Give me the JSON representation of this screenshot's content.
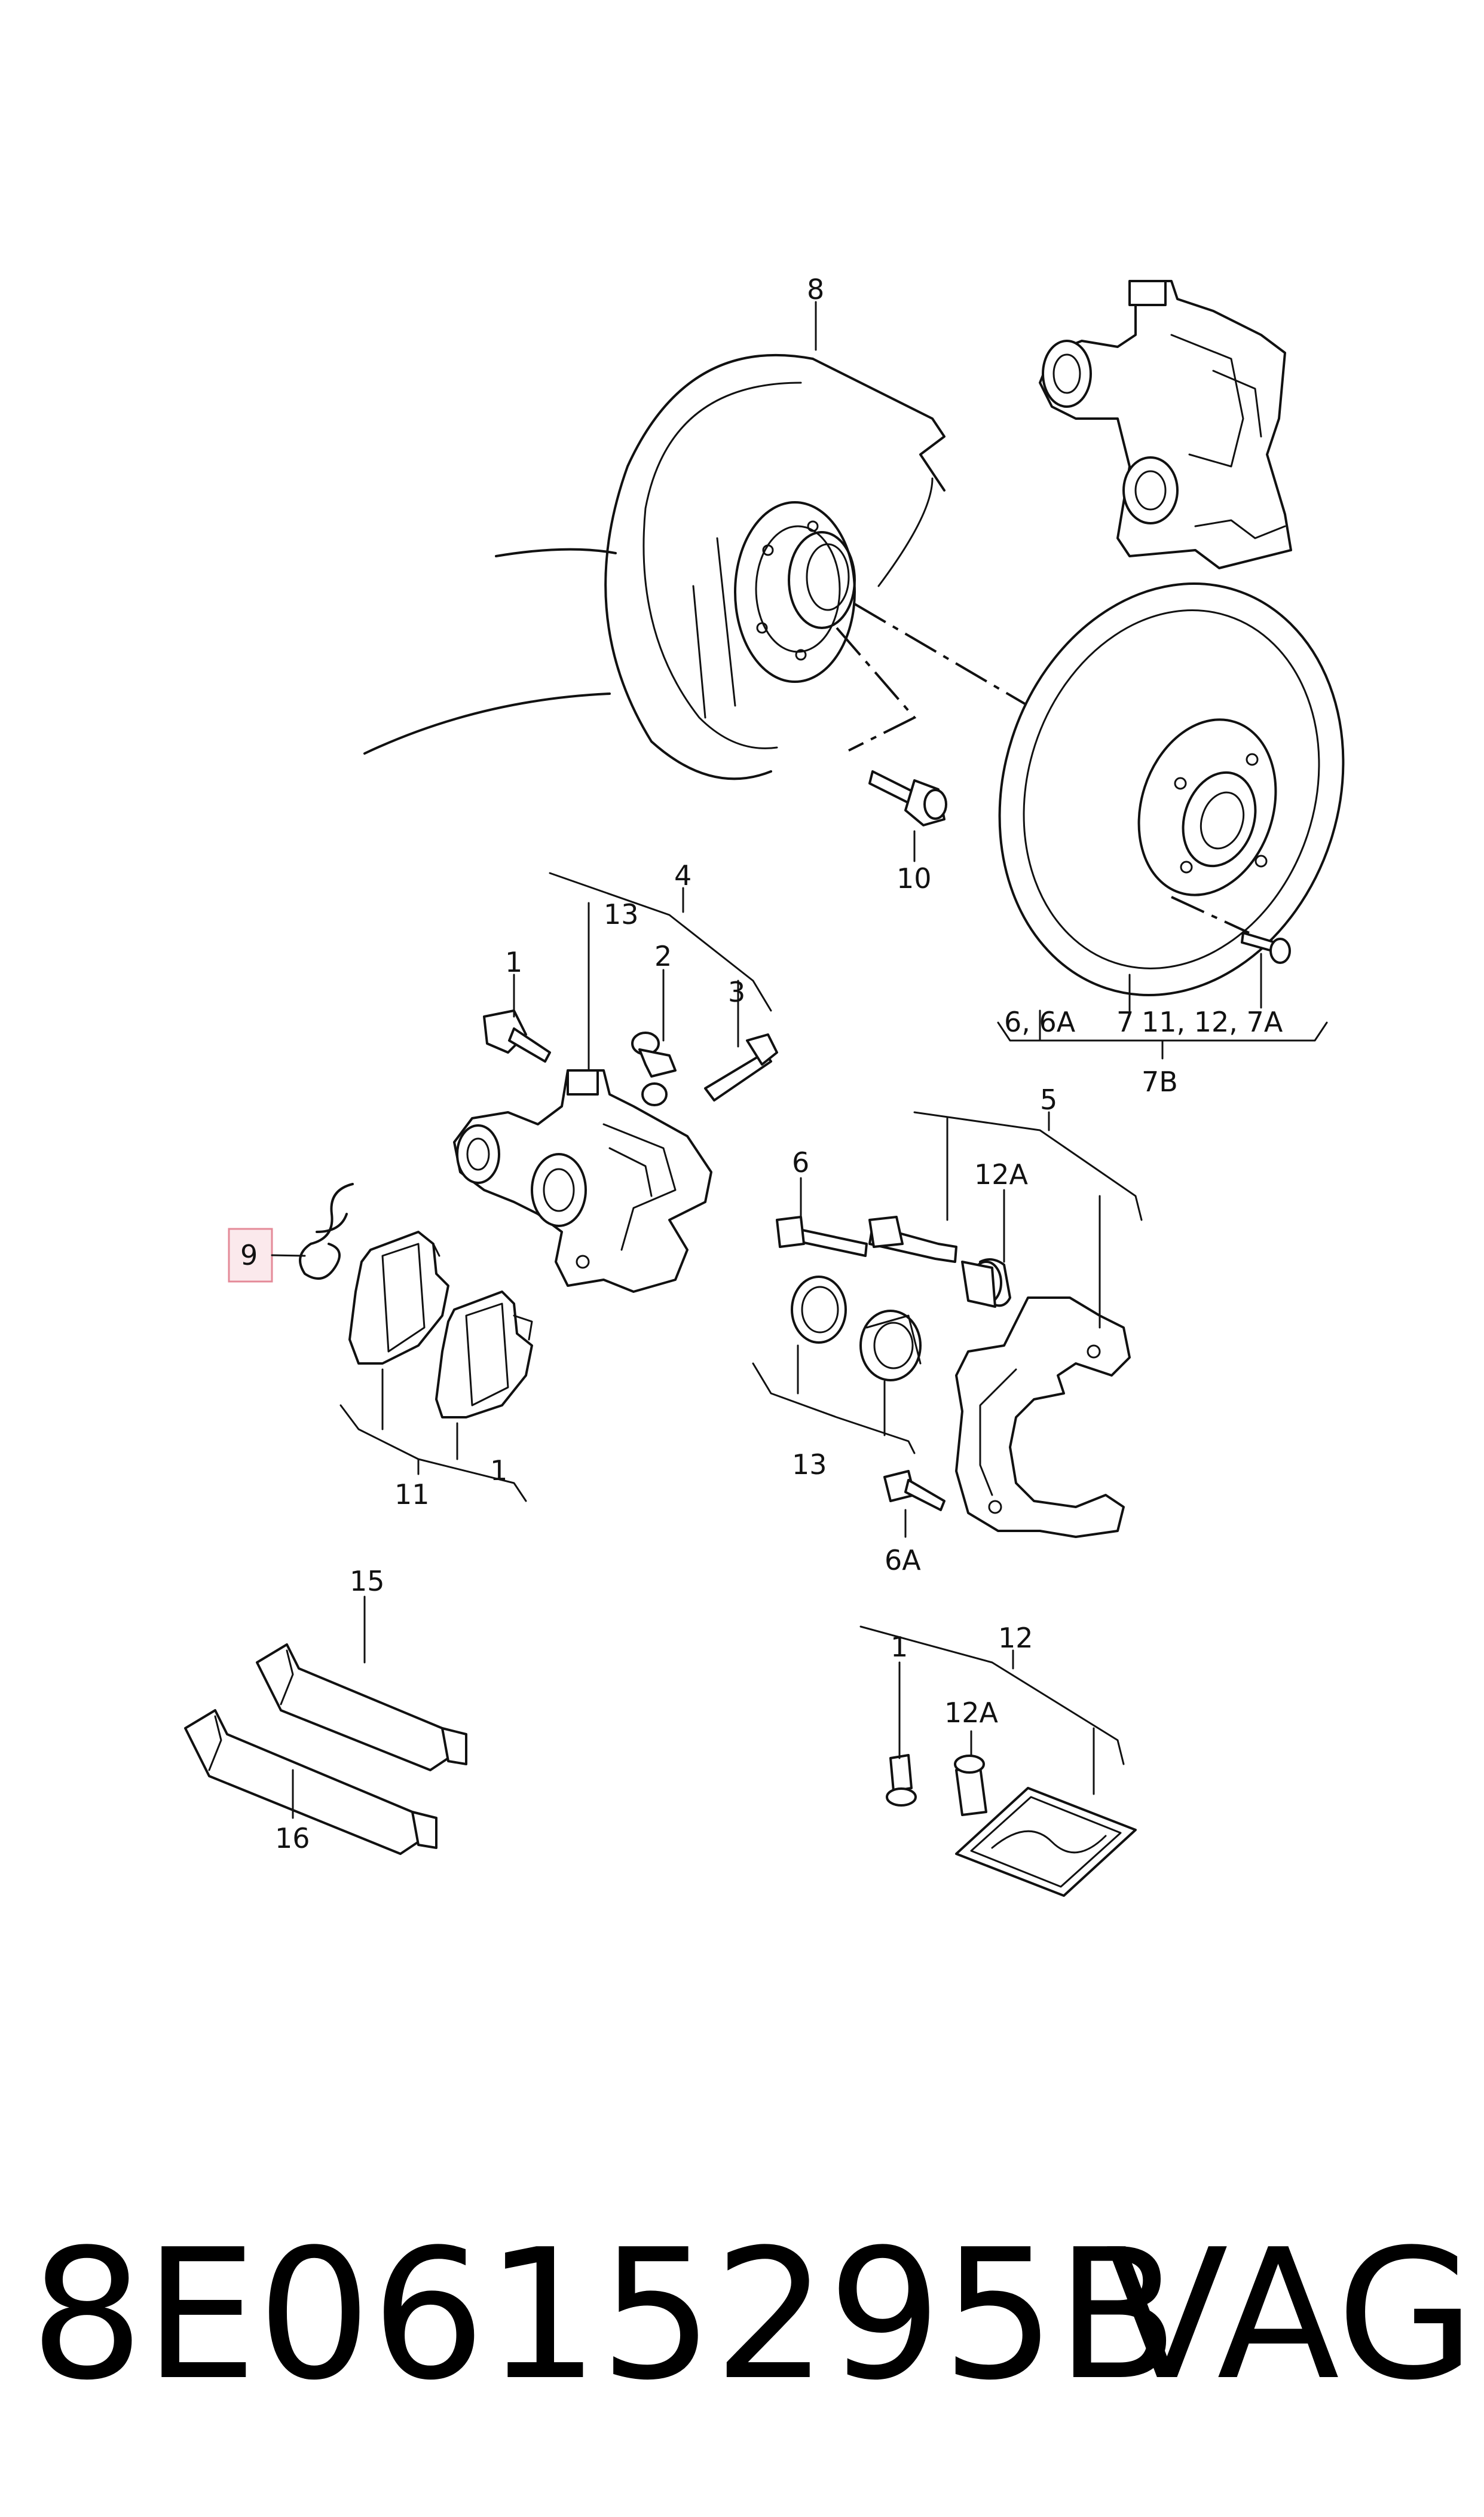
{
  "diagram": {
    "callouts": {
      "c8": "8",
      "c10": "10",
      "c4": "4",
      "c13a": "13",
      "c1a": "1",
      "c2": "2",
      "c3": "3",
      "c9": "9",
      "c11": "11",
      "c1b": "1",
      "c6_6a": "6, 6A",
      "c7": "7",
      "c11_12_7a": "11, 12, 7A",
      "c7b": "7B",
      "c5": "5",
      "c6": "6",
      "c12a_a": "12A",
      "c13b": "13",
      "c6a": "6A",
      "c15": "15",
      "c16": "16",
      "c12": "12",
      "c1c": "1",
      "c12a_b": "12A"
    },
    "highlighted_callout": "9",
    "highlight_color": "#fbe9ec",
    "highlight_border": "#e48a98"
  },
  "footer": {
    "part_number": "8E0615295B",
    "brand": "VAG"
  }
}
